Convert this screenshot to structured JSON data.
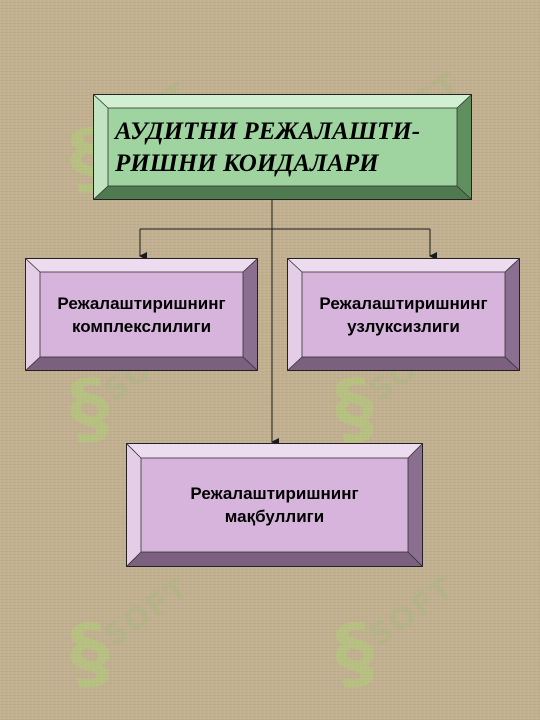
{
  "diagram": {
    "title": "АУДИТНИ РЕЖАЛАШТИ-\nРИШНИ  КОИДАЛАРИ",
    "nodes": {
      "left": "Режалаштиришнинг\nкомплекслилиги",
      "right": "Режалаштиришнинг\nузлуксизлиги",
      "bottom": "Режалаштиришнинг\nмақбуллиги"
    }
  },
  "watermark": {
    "text": "SOFT",
    "glyph": "§"
  },
  "colors": {
    "background": "#c2b190",
    "title_fill": "#9fd39f",
    "node_fill": "#d7b4dc",
    "connector": "#1a1a1a"
  }
}
